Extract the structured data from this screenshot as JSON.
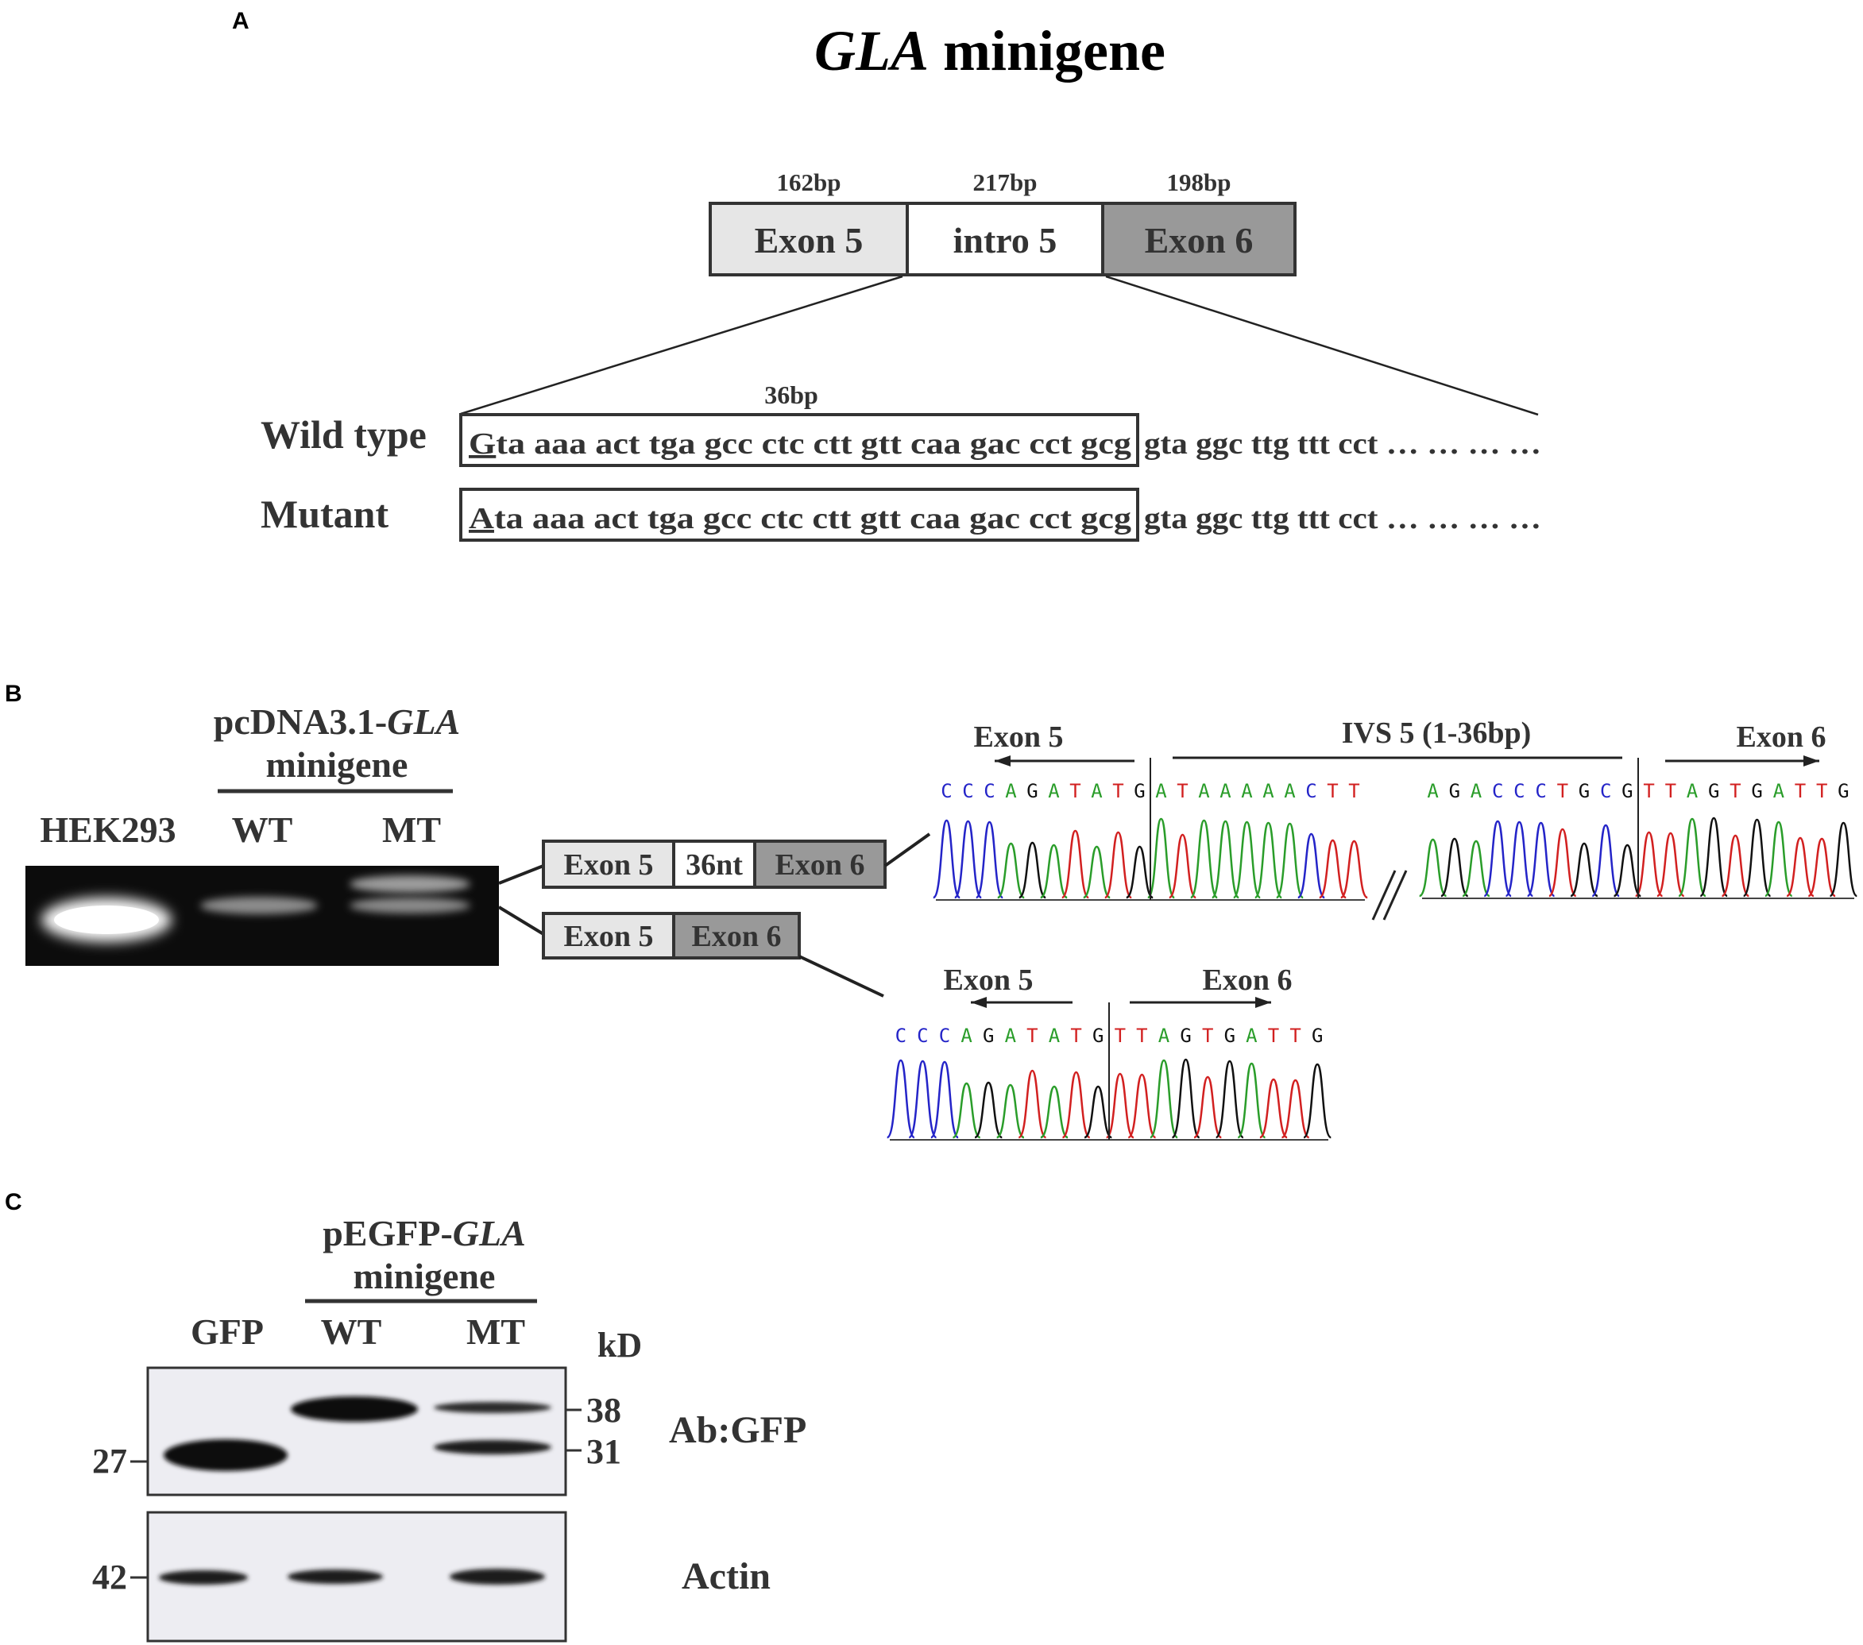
{
  "panel_a": {
    "letter": "A",
    "title_italic": "GLA",
    "title_rest": " minigene",
    "segments": [
      {
        "label": "Exon 5",
        "size": "162bp",
        "fill": "#e6e6e6"
      },
      {
        "label": "intro 5",
        "size": "217bp",
        "fill": "#ffffff"
      },
      {
        "label": "Exon 6",
        "size": "198bp",
        "fill": "#999999"
      }
    ],
    "box_size_label": "36bp",
    "sequences": [
      {
        "label": "Wild type",
        "first": "G",
        "boxed": "ta aaa act tga gcc ctc ctt gtt caa gac cct gcg",
        "rest": "gta ggc ttg ttt cct … … … …"
      },
      {
        "label": "Mutant",
        "first": "A",
        "boxed": "ta aaa act tga gcc ctc ctt gtt caa gac cct gcg",
        "rest": "gta ggc ttg ttt cct … … … …"
      }
    ]
  },
  "panel_b": {
    "letter": "B",
    "construct_prefix": "pcDNA3.1-",
    "construct_italic": "GLA",
    "construct_line2": "minigene",
    "lanes": [
      "HEK293",
      "WT",
      "MT"
    ],
    "upper_product": [
      "Exon 5",
      "36nt",
      "Exon 6"
    ],
    "lower_product": [
      "Exon 5",
      "Exon 6"
    ],
    "trace_upper": {
      "labels": [
        "Exon 5",
        "IVS 5 (1-36bp)",
        "Exon 6"
      ],
      "seq_left": "CCCAGATATGATAAAAACTT",
      "seq_right": "AGACCCTGCGTTAGTGATTG"
    },
    "trace_lower": {
      "labels": [
        "Exon 5",
        "Exon 6"
      ],
      "seq": "CCCAGATATGTTAGTGATTG"
    }
  },
  "panel_c": {
    "letter": "C",
    "construct_prefix": "pEGFP-",
    "construct_italic": "GLA",
    "construct_line2": "minigene",
    "lanes": [
      "GFP",
      "WT",
      "MT"
    ],
    "kd_label": "kD",
    "markers_left": [
      "27",
      "42"
    ],
    "markers_right": [
      "38",
      "31"
    ],
    "blot_labels": [
      "Ab:GFP",
      "Actin"
    ]
  },
  "colors": {
    "A": "#2a9d2a",
    "C": "#2424c8",
    "G": "#111111",
    "T": "#d22020"
  }
}
